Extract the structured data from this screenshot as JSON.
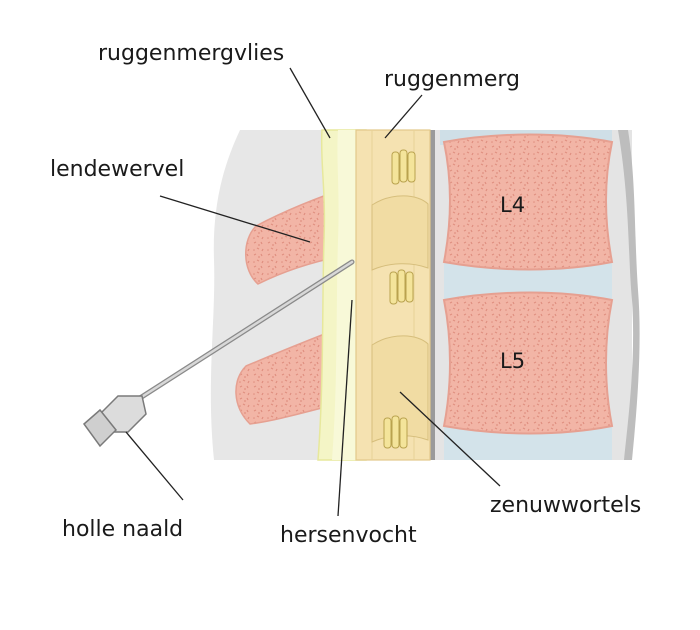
{
  "labels": {
    "dura": "ruggenmergvlies",
    "spinal_cord": "ruggenmerg",
    "lumbar_vertebra": "lendewervel",
    "needle": "holle naald",
    "csf": "hersenvocht",
    "nerve_roots": "zenuwwortels"
  },
  "vertebrae": {
    "upper": "L4",
    "lower": "L5"
  },
  "colors": {
    "bone": "#f2b5a6",
    "bone_spots": "#e08f80",
    "tissue": "#e6e6e6",
    "disc": "#d3e3ea",
    "cord": "#f7e4b4",
    "roots": "#f3e39a",
    "csf": "#f6f7cf"
  }
}
